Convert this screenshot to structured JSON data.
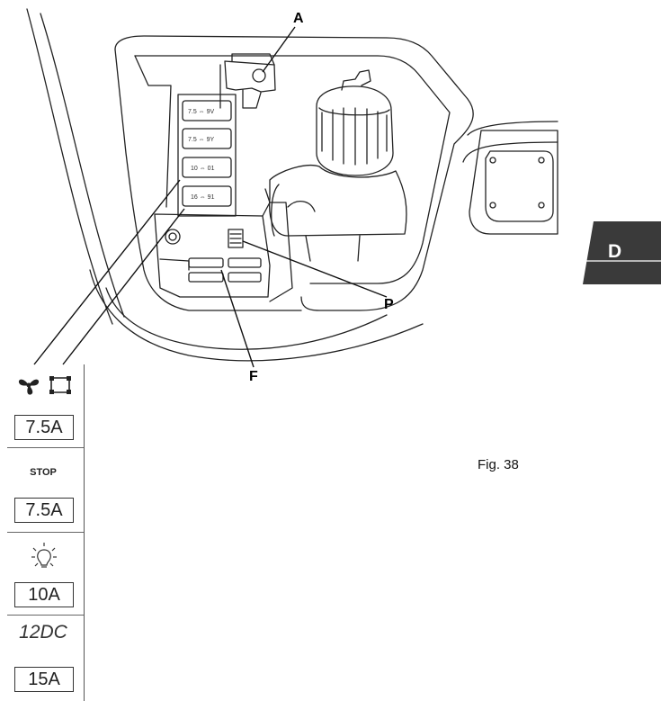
{
  "callouts": {
    "a": "A",
    "p": "P",
    "f": "F"
  },
  "figure_caption": "Fig. 38",
  "section_tab": {
    "letter": "D",
    "color": "#3a3a3a"
  },
  "legend": [
    {
      "icon": "fan-icon",
      "icon2": "window-heater-icon",
      "amperage": "7.5A"
    },
    {
      "label": "STOP",
      "amperage": "7.5A"
    },
    {
      "icon": "light-bulb-icon",
      "amperage": "10A"
    },
    {
      "label": "12DC",
      "amperage": "15A"
    }
  ]
}
